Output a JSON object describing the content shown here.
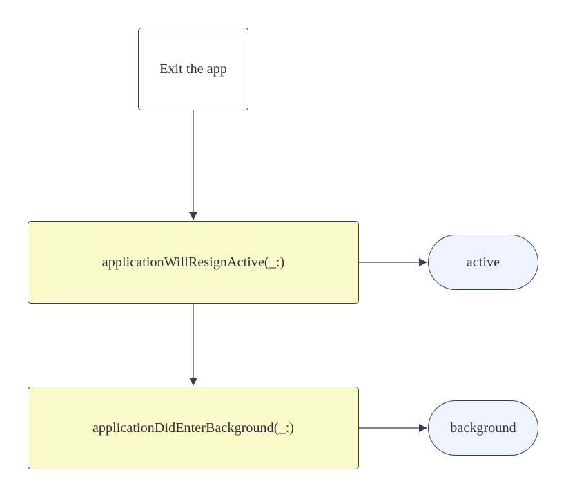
{
  "diagram": {
    "start": {
      "label": "Exit the app"
    },
    "steps": [
      {
        "label": "applicationWillResignActive(_:)"
      },
      {
        "label": "applicationDidEnterBackground(_:)"
      }
    ],
    "states": [
      {
        "label": "active"
      },
      {
        "label": "background"
      }
    ],
    "colors": {
      "stroke": "#3a3e4a",
      "step_fill": "#fbfbc9",
      "state_fill": "#edf4ff",
      "start_fill": "#ffffff",
      "text": "#2b2f3a"
    }
  }
}
